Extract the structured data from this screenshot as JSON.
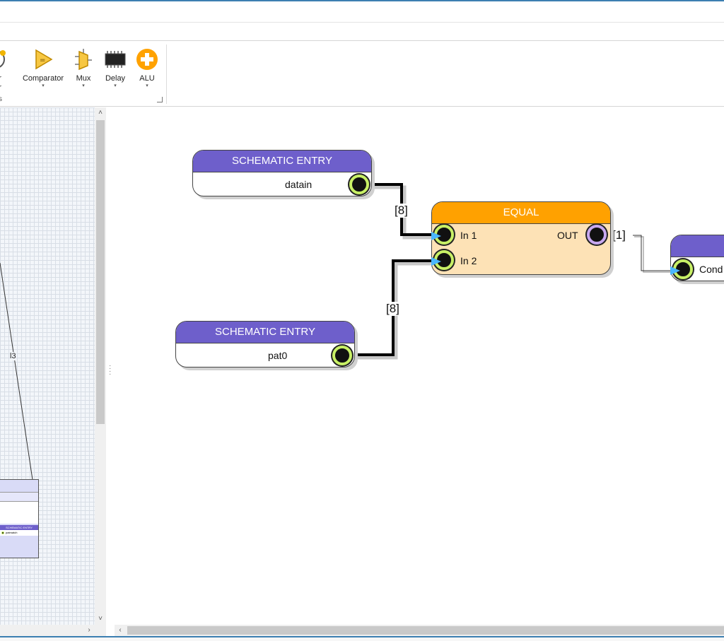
{
  "ribbon": {
    "buttons": [
      {
        "id": "partial-left",
        "label": "er",
        "label2": "er",
        "icon": "clock-icon"
      },
      {
        "id": "comparator",
        "label": "Comparator",
        "icon": "comparator-icon"
      },
      {
        "id": "mux",
        "label": "Mux",
        "icon": "mux-icon"
      },
      {
        "id": "delay",
        "label": "Delay",
        "icon": "delay-chip-icon"
      },
      {
        "id": "alu",
        "label": "ALU",
        "icon": "alu-plus-icon"
      }
    ],
    "group_caption": "s",
    "caret": "▾"
  },
  "left_pane": {
    "wire_label": "l3",
    "mini_entry_title": "SCHEMATIC ENTRY",
    "mini_entry_port": "patmatch"
  },
  "canvas": {
    "nodes": {
      "entry_datain": {
        "title": "SCHEMATIC ENTRY",
        "label": "datain"
      },
      "entry_pat0": {
        "title": "SCHEMATIC ENTRY",
        "label": "pat0"
      },
      "equal": {
        "title": "EQUAL",
        "in1": "In 1",
        "in2": "In 2",
        "out": "OUT"
      },
      "cond": {
        "label": "Cond"
      }
    },
    "wires": {
      "datain_to_in1": "[8]",
      "pat0_to_in2": "[8]",
      "out_to_cond": "[1]"
    }
  },
  "colors": {
    "entry_header": "#6e5fcb",
    "equal_header": "#ffa100",
    "equal_body": "#fde2b6",
    "port_green": "#c8f066",
    "port_purple": "#c8a8f0",
    "input_arrow": "#4ab6ff"
  }
}
